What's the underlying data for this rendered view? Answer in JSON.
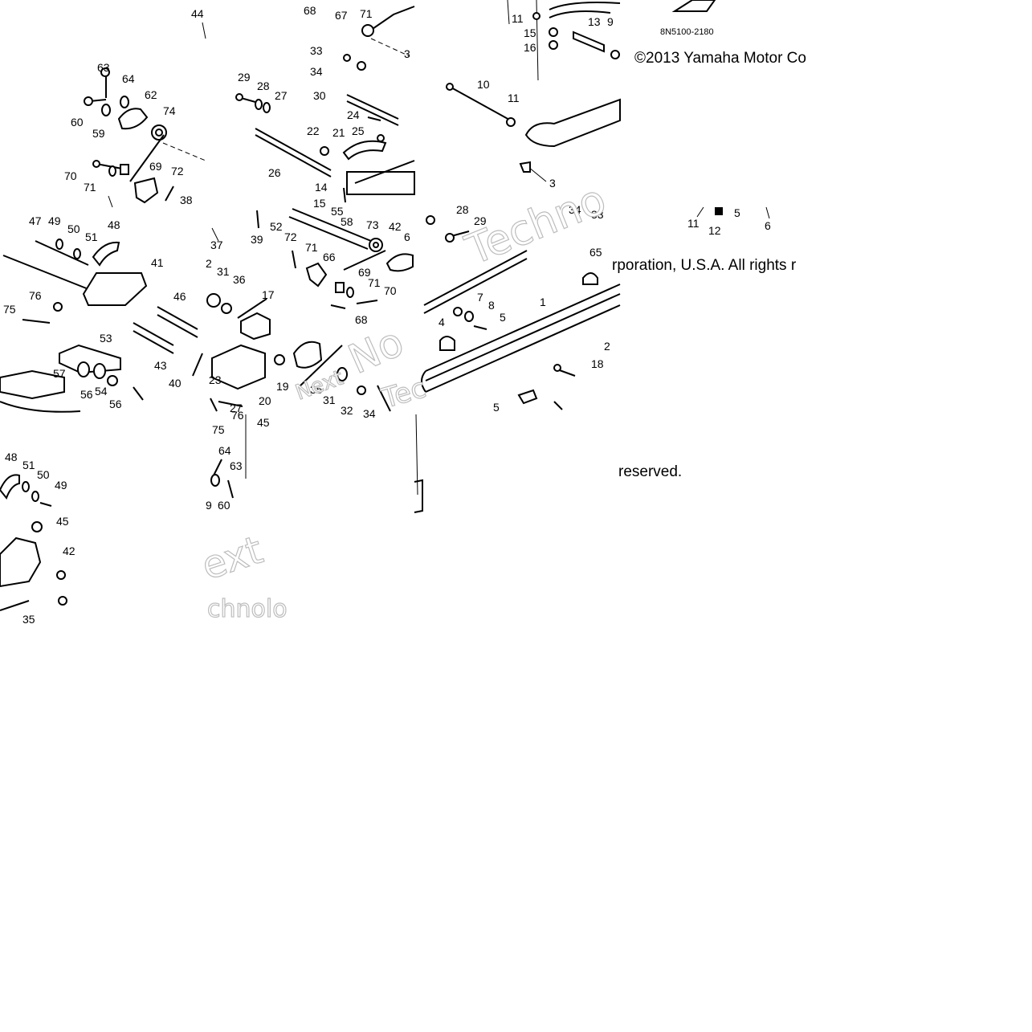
{
  "diagram": {
    "figure_code": "8N5100-2180",
    "copyright": {
      "line_1": "©2013 Yamaha Motor Co",
      "line_2": "rporation, U.S.A. All rights r",
      "line_3": "reserved."
    },
    "watermarks": [
      "Techno",
      "ext",
      "Tec",
      "chnolo",
      "Next",
      "No"
    ],
    "callouts": {
      "tile_a": [
        "44",
        "63",
        "64",
        "62",
        "74",
        "60",
        "59",
        "70",
        "71",
        "69",
        "72",
        "38"
      ],
      "tile_b": [
        "68",
        "67",
        "71",
        "33",
        "34",
        "3",
        "29",
        "28",
        "27",
        "30",
        "24",
        "22",
        "21",
        "25",
        "26",
        "14",
        "15"
      ],
      "tile_c": [
        "11",
        "13",
        "9",
        "15",
        "16",
        "10",
        "11",
        "3"
      ],
      "tile_d": [
        "11",
        "12",
        "5",
        "6",
        "34",
        "33"
      ],
      "tile_e": [
        "47",
        "49",
        "50",
        "51",
        "48",
        "41",
        "76",
        "75",
        "46",
        "53",
        "43",
        "40",
        "57",
        "54",
        "56",
        "56"
      ],
      "tile_f": [
        "37",
        "39",
        "52",
        "55",
        "58",
        "73",
        "42",
        "6",
        "72",
        "71",
        "66",
        "69",
        "71",
        "70",
        "68",
        "2",
        "31",
        "36",
        "17",
        "23",
        "19",
        "20",
        "35",
        "31",
        "32",
        "34",
        "27",
        "76",
        "75",
        "45"
      ],
      "tile_g": [
        "28",
        "29",
        "65",
        "7",
        "8",
        "5",
        "4",
        "1",
        "2",
        "18",
        "5"
      ],
      "tile_h": [
        "48",
        "51",
        "50",
        "49",
        "45",
        "42",
        "35"
      ],
      "tile_i": [
        "64",
        "63",
        "60",
        "9"
      ]
    }
  }
}
